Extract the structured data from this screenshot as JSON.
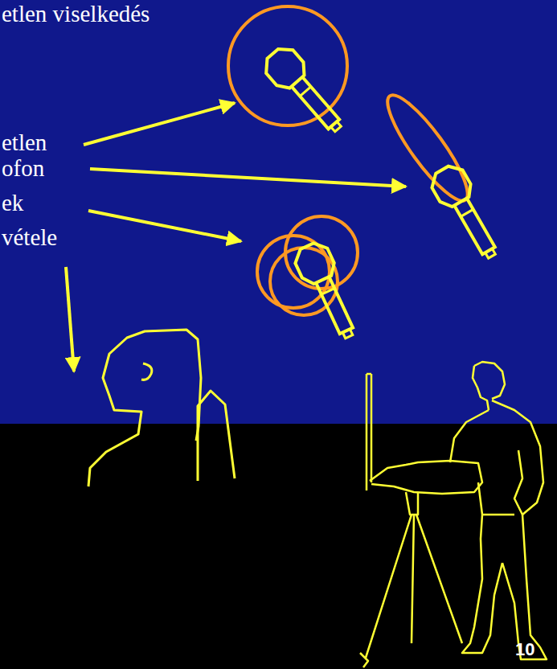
{
  "diagram": {
    "labels": [
      "etlen viselkedés",
      "etlen",
      "ofon",
      "ek",
      "vétele",
      "10"
    ]
  }
}
